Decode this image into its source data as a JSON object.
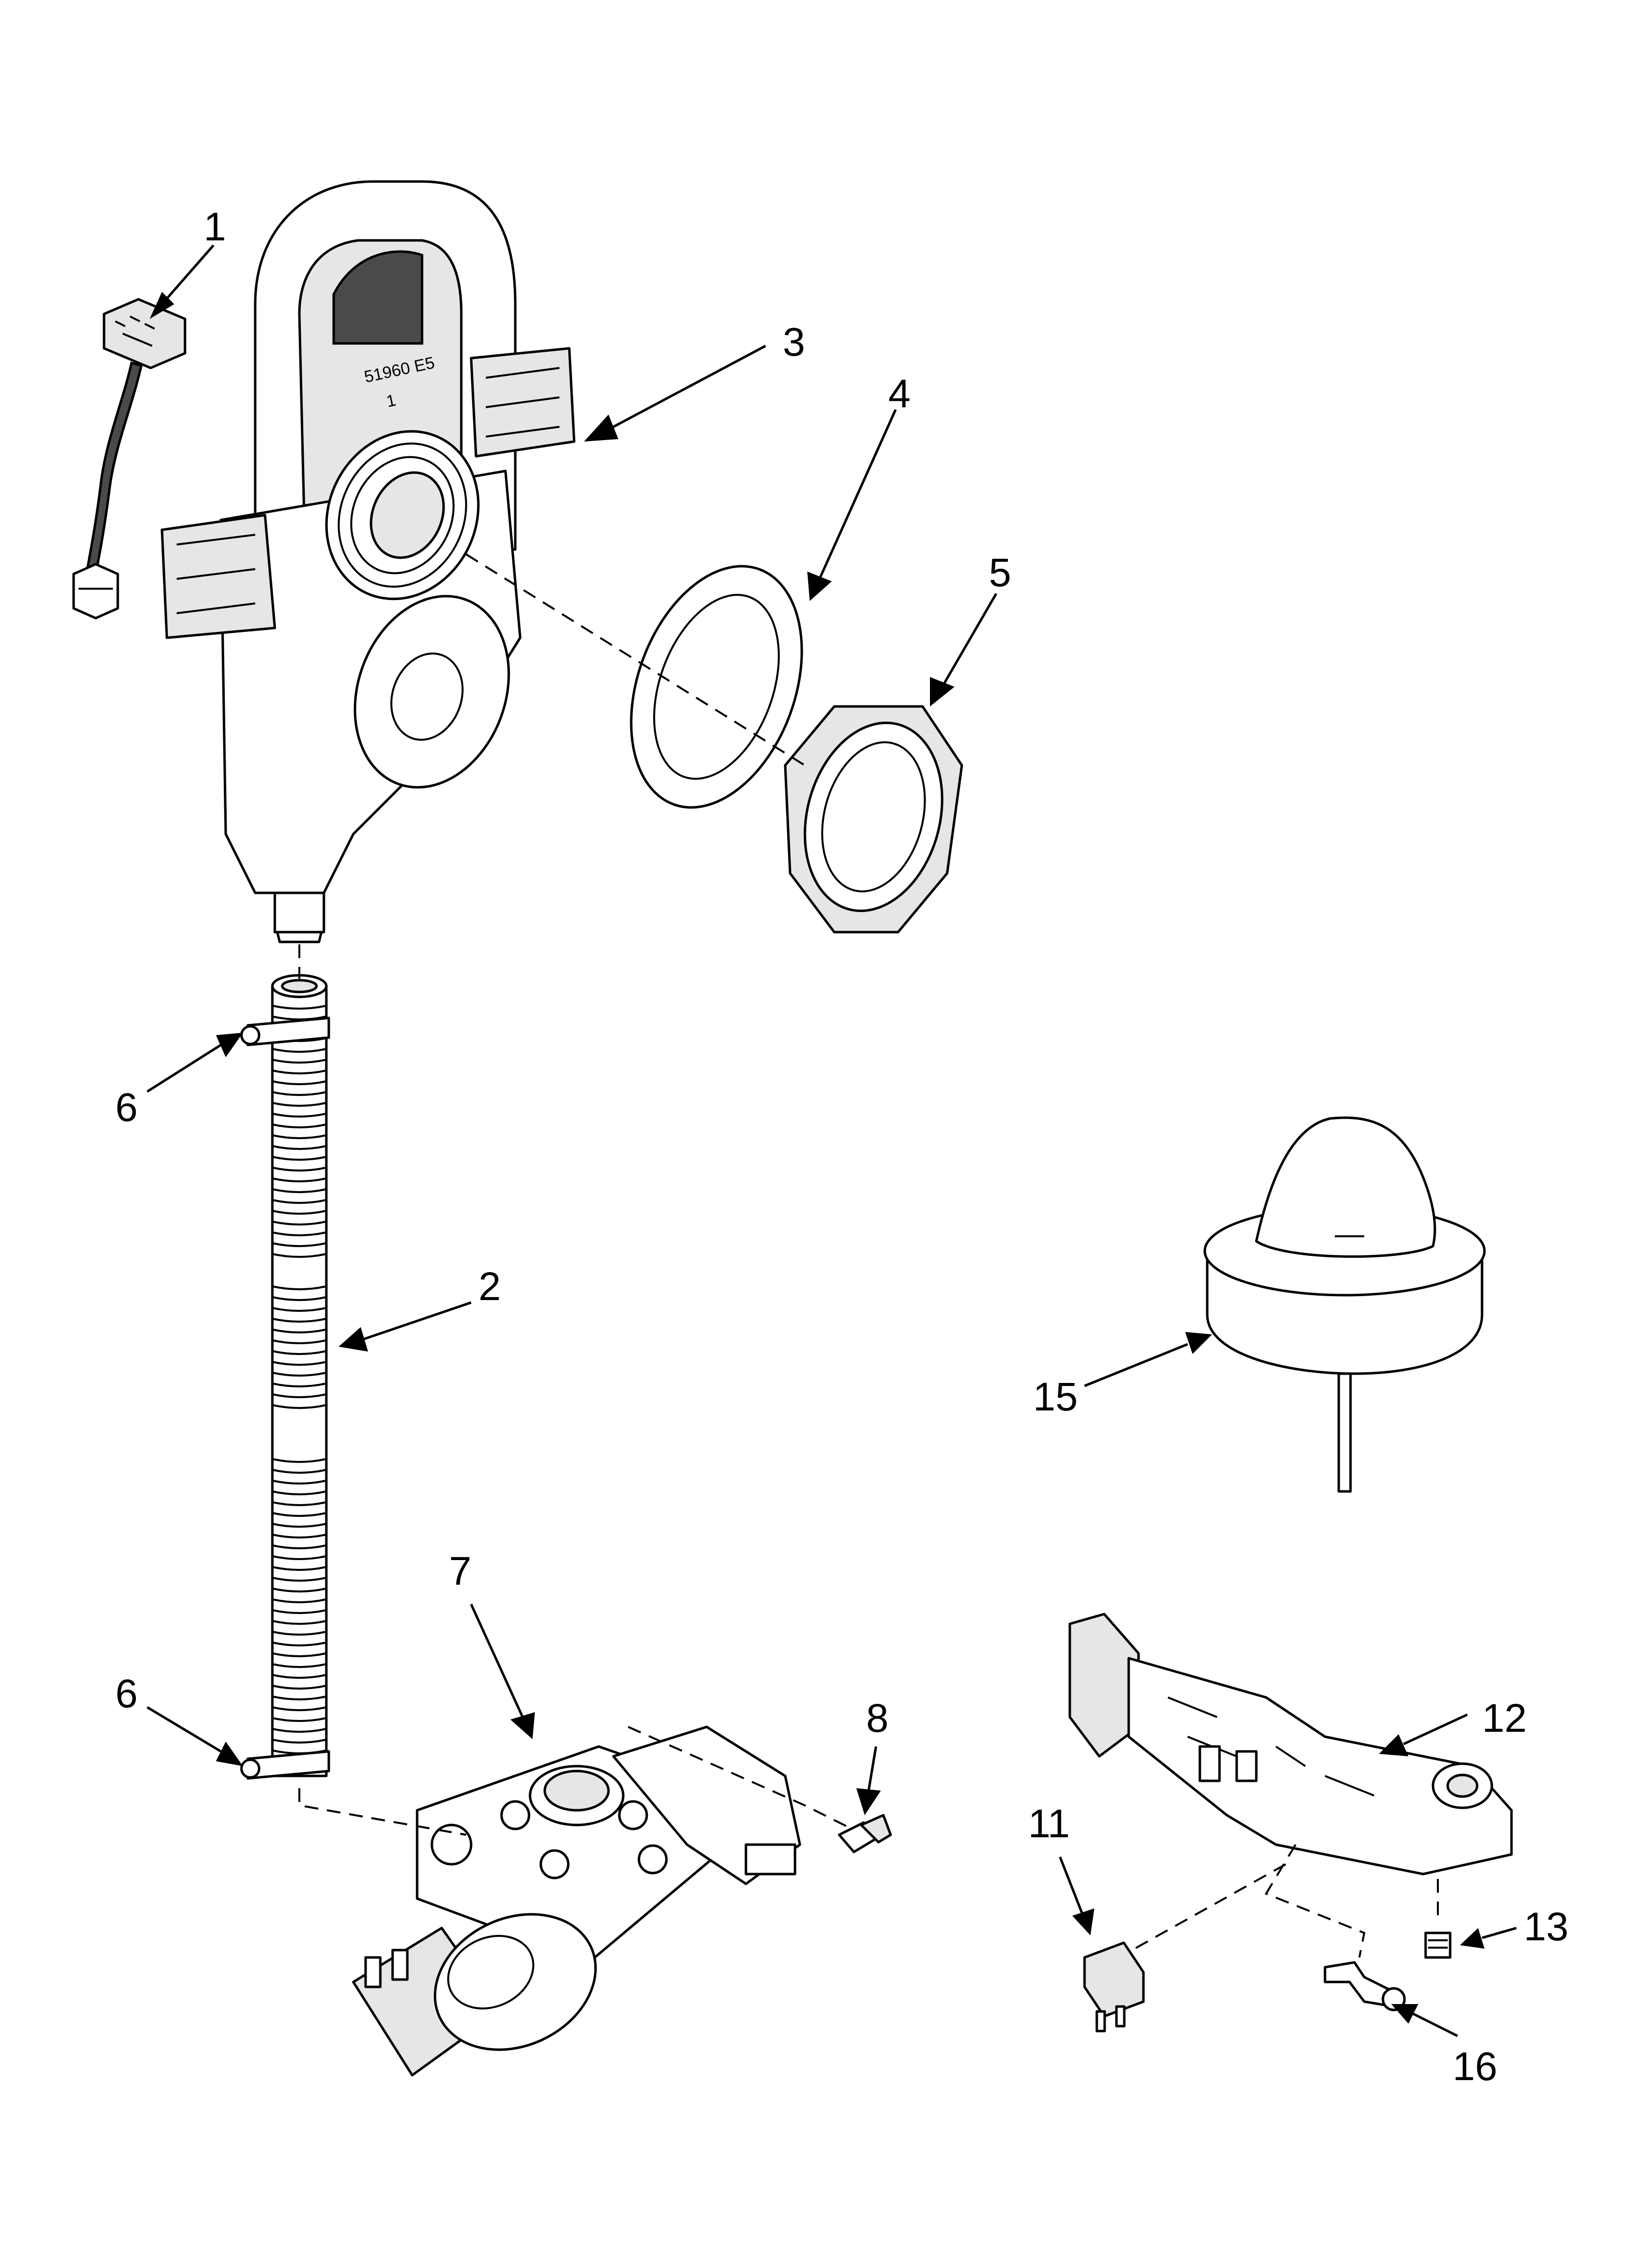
{
  "callouts": {
    "c1": "1",
    "c2": "2",
    "c3": "3",
    "c4": "4",
    "c5": "5",
    "c6a": "6",
    "c6b": "6",
    "c7": "7",
    "c8": "8",
    "c11": "11",
    "c12": "12",
    "c13": "13",
    "c15": "15",
    "c16": "16"
  },
  "part_marking": {
    "line1": "51960 E5",
    "line2": "1"
  }
}
